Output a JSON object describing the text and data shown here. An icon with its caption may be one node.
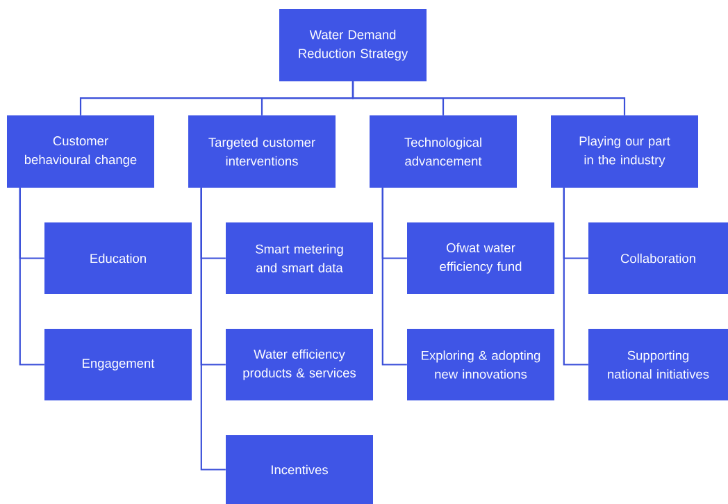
{
  "diagram": {
    "nodes": [
      {
        "text": [
          "Water Demand Reduction Strategy"
        ]
      },
      {
        "text": [
          "Customer behavioural change"
        ]
      },
      {
        "text": [
          "Targeted customer interventions"
        ]
      },
      {
        "text": [
          "Technological advancement"
        ]
      },
      {
        "text": [
          "Playing our part in the industry"
        ]
      },
      {
        "text": [
          "Education"
        ]
      },
      {
        "text": [
          "Engagement"
        ]
      },
      {
        "text": [
          "Smart metering and smart data"
        ]
      },
      {
        "text": [
          "Water efficiency products & services"
        ]
      },
      {
        "text": [
          "Incentives"
        ]
      },
      {
        "text": [
          "Ofwat water efficiency fund"
        ]
      },
      {
        "text": [
          "Exploring & adopting new innovations"
        ]
      },
      {
        "text": [
          "Collaboration"
        ]
      },
      {
        "text": [
          "Supporting national initiatives"
        ]
      }
    ],
    "edges": [
      {
        "from": 0,
        "to": 1,
        "arrow": "none"
      },
      {
        "from": 0,
        "to": 2,
        "arrow": "none"
      },
      {
        "from": 0,
        "to": 3,
        "arrow": "none"
      },
      {
        "from": 0,
        "to": 4,
        "arrow": "none"
      },
      {
        "from": 1,
        "to": 5,
        "arrow": "none"
      },
      {
        "from": 1,
        "to": 6,
        "arrow": "none"
      },
      {
        "from": 2,
        "to": 7,
        "arrow": "none"
      },
      {
        "from": 2,
        "to": 8,
        "arrow": "none"
      },
      {
        "from": 2,
        "to": 9,
        "arrow": "none"
      },
      {
        "from": 3,
        "to": 10,
        "arrow": "none"
      },
      {
        "from": 3,
        "to": 11,
        "arrow": "none"
      },
      {
        "from": 4,
        "to": 12,
        "arrow": "none"
      },
      {
        "from": 4,
        "to": 13,
        "arrow": "none"
      }
    ]
  }
}
